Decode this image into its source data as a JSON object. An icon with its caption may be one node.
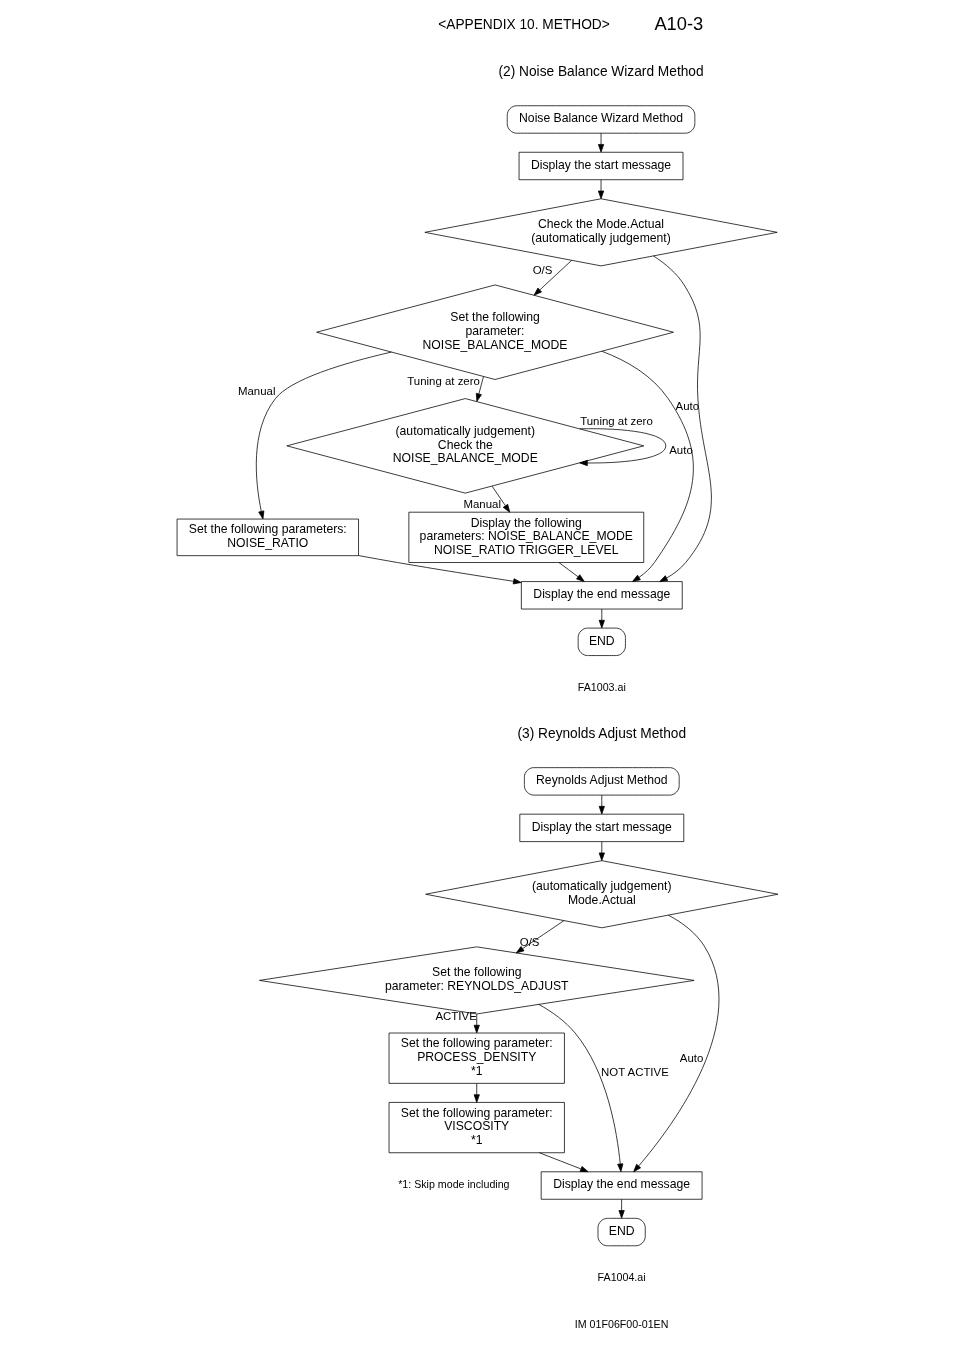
{
  "diagram": {
    "nodes": [
      {
        "text": [
          "Noise Balance Wizard Method"
        ]
      },
      {
        "text": [
          "Display the start message"
        ]
      },
      {
        "text": [
          "Check the Mode.Actual (automatically judgement)"
        ]
      },
      {
        "text": [
          "Set the following parameter: NOISE_BALANCE_MODE"
        ]
      },
      {
        "text": [
          "Set the following parameters: NOISE_RATIO"
        ]
      },
      {
        "text": [
          "(automatically judgement) Check the NOISE_BALANCE_MODE"
        ]
      },
      {
        "text": [
          "Display the following parameters: NOISE_BALANCE_MODE NOISE_RATIO TRIGGER_LEVEL"
        ]
      },
      {
        "text": [
          "Display the end message"
        ]
      },
      {
        "text": [
          "END"
        ]
      },
      {
        "text": [
          "Reynolds Adjust Method"
        ]
      },
      {
        "text": [
          "Display the start message"
        ]
      },
      {
        "text": [
          "(automatically judgement) Mode.Actual"
        ]
      },
      {
        "text": [
          "Set the following parameter: REYNOLDS_ADJUST"
        ]
      },
      {
        "text": [
          "Set the following parameter: PROCESS_DENSITY",
          "*1"
        ]
      },
      {
        "text": [
          "Set the following parameter: VISCOSITY",
          "*1"
        ]
      },
      {
        "text": [
          "Display the end message"
        ]
      },
      {
        "text": [
          "END"
        ]
      }
    ],
    "edges": [
      {
        "from": 0,
        "to": 1,
        "arrow": "to"
      },
      {
        "from": 1,
        "to": 2,
        "arrow": "to"
      },
      {
        "from": 2,
        "to": 3,
        "arrow": "to",
        "label": "O/S"
      },
      {
        "from": 2,
        "to": 7,
        "arrow": "to",
        "label": "Auto"
      },
      {
        "from": 3,
        "to": 7,
        "arrow": "to",
        "label": "Auto"
      },
      {
        "from": 3,
        "to": 4,
        "arrow": "to",
        "label": "Manual"
      },
      {
        "from": 3,
        "to": 5,
        "arrow": "to",
        "label": "Tuning at zero"
      },
      {
        "from": 4,
        "to": 7,
        "arrow": "to"
      },
      {
        "from": 5,
        "to": 5,
        "arrow": "to",
        "label": "Tuning at zero"
      },
      {
        "from": 5,
        "to": 6,
        "arrow": "to",
        "label": "Manual"
      },
      {
        "from": 6,
        "to": 7,
        "arrow": "to"
      },
      {
        "from": 7,
        "to": 8,
        "arrow": "to"
      },
      {
        "from": 9,
        "to": 10,
        "arrow": "to"
      },
      {
        "from": 10,
        "to": 11,
        "arrow": "to"
      },
      {
        "from": 11,
        "to": 12,
        "arrow": "to",
        "label": "O/S"
      },
      {
        "from": 11,
        "to": 15,
        "arrow": "to",
        "label": "Auto"
      },
      {
        "from": 12,
        "to": 13,
        "arrow": "to",
        "label": "ACTIVE"
      },
      {
        "from": 12,
        "to": 15,
        "arrow": "to",
        "label": "NOT ACTIVE"
      },
      {
        "from": 13,
        "to": 14,
        "arrow": "to"
      },
      {
        "from": 14,
        "to": 15,
        "arrow": "to"
      },
      {
        "from": 15,
        "to": 16,
        "arrow": "to"
      }
    ],
    "labels": [
      "<APPENDIX 10. METHOD>",
      "A10-3",
      "(2) Noise Balance Wizard Method",
      "FA1003.ai",
      "(3) Reynolds Adjust Method",
      "*1: Skip mode including",
      "FA1004.ai",
      "IM 01F06F00-01EN"
    ]
  }
}
